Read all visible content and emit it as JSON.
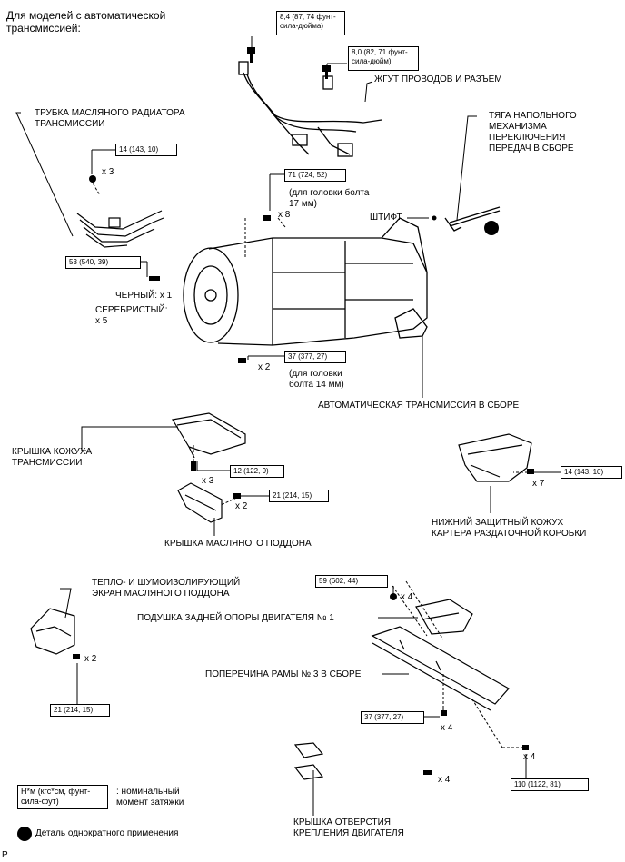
{
  "header": "Для моделей с автоматической\nтрансмиссией:",
  "labels": {
    "harness": "ЖГУТ ПРОВОДОВ И РАЗЪЕМ",
    "cooler_tube": "ТРУБКА МАСЛЯНОГО РАДИАТОРА\nТРАНСМИССИИ",
    "shift_rod": "ТЯГА НАПОЛЬНОГО\nМЕХАНИЗМА\nПЕРЕКЛЮЧЕНИЯ\nПЕРЕДАЧ В СБОРЕ",
    "pin": "ШТИФТ",
    "bolt17": "(для головки болта\n17 мм)",
    "black": "ЧЕРНЫЙ: x 1",
    "silver": "СЕРЕБРИСТЫЙ:\nx 5",
    "bolt14": "(для головки\nболта 14 мм)",
    "at_assy": "АВТОМАТИЧЕСКАЯ ТРАНСМИССИЯ В СБОРЕ",
    "housing_cover": "КРЫШКА КОЖУХА\nТРАНСМИССИИ",
    "oil_pan_cover": "КРЫШКА МАСЛЯНОГО ПОДДОНА",
    "transfer_shield": "НИЖНИЙ ЗАЩИТНЫЙ КОЖУХ\nКАРТЕРА РАЗДАТОЧНОЙ КОРОБКИ",
    "heat_shield": "ТЕПЛО- И ШУМОИЗОЛИРУЮЩИЙ\nЭКРАН МАСЛЯНОГО ПОДДОНА",
    "mount": "ПОДУШКА ЗАДНЕЙ ОПОРЫ ДВИГАТЕЛЯ № 1",
    "crossmember": "ПОПЕРЕЧИНА РАМЫ № 3 В СБОРЕ",
    "hole_cover": "КРЫШКА ОТВЕРСТИЯ\nКРЕПЛЕНИЯ ДВИГАТЕЛЯ"
  },
  "torques": {
    "t1": "8,4 (87, 74 фунт-\nсила-дюйма)",
    "t2": "8,0 (82, 71 фунт-\nсила-дюйм)",
    "t3": "14 (143, 10)",
    "t4": "71 (724, 52)",
    "t5": "53 (540, 39)",
    "t6": "37 (377, 27)",
    "t7": "12 (122, 9)",
    "t8": "21 (214, 15)",
    "t9": "14 (143, 10)",
    "t10": "59 (602, 44)",
    "t11": "21 (214, 15)",
    "t12": "37 (377, 27)",
    "t13": "110 (1122, 81)"
  },
  "counts": {
    "c_x3a": "x 3",
    "c_x8": "x 8",
    "c_x2a": "x 2",
    "c_x3b": "x 3",
    "c_x2b": "x 2",
    "c_x7": "x 7",
    "c_x4a": "x 4",
    "c_x2c": "x 2",
    "c_x4b": "x 4",
    "c_x4c": "x 4",
    "c_x4d": "x 4"
  },
  "legend": {
    "unit_box": "Н*м (кгс*см, фунт-\nсила-фут)",
    "unit_text": ": номинальный\nмомент затяжки",
    "single_use": "Деталь однократного применения"
  },
  "corner_mark": "P"
}
